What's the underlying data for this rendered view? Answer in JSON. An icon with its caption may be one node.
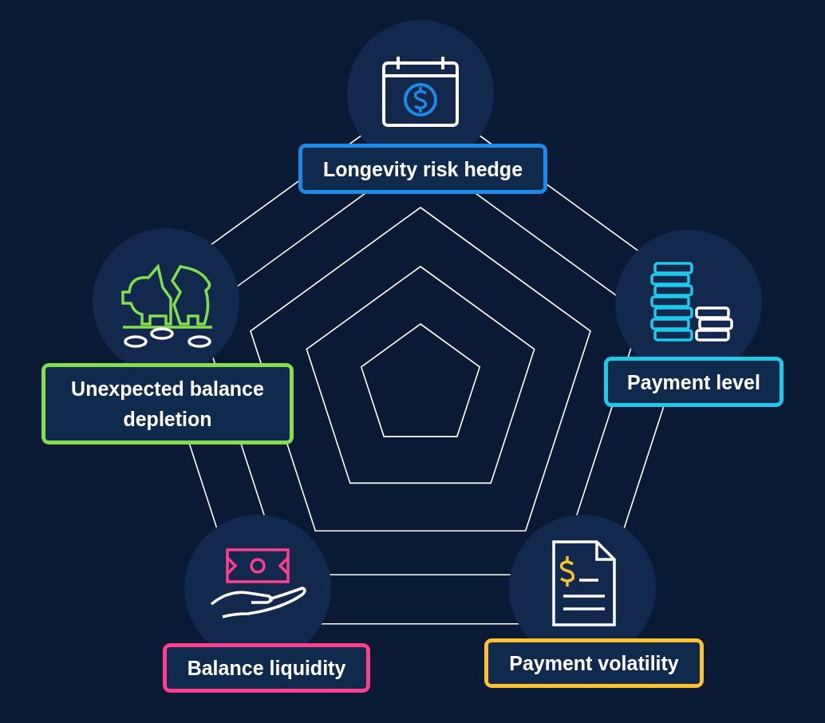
{
  "diagram": {
    "nodes": [
      {
        "text": [
          "Longevity risk hedge"
        ]
      },
      {
        "text": [
          "Unexpected balance depletion"
        ]
      },
      {
        "text": [
          "Payment level"
        ]
      },
      {
        "text": [
          "Balance liquidity"
        ]
      },
      {
        "text": [
          "Payment volatility"
        ]
      }
    ]
  }
}
